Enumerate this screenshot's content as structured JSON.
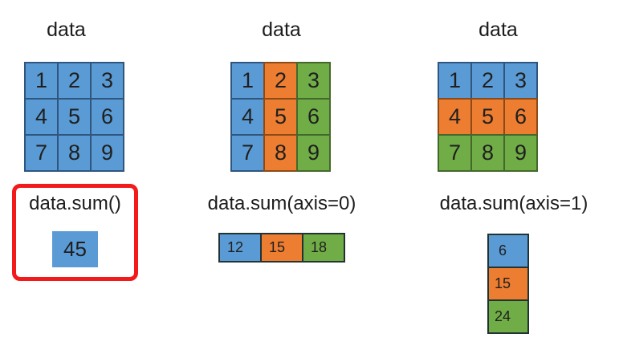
{
  "colors": {
    "blue": "#5b9bd5",
    "orange": "#ed7d31",
    "green": "#70ad47",
    "blue-border": "#2e567f",
    "orange-border": "#8c4a17",
    "green-border": "#44682b",
    "highlight-red": "#f21a1a",
    "text": "#1c1c1c"
  },
  "panels": [
    {
      "title": "data",
      "operation": "data.sum()",
      "grid": {
        "rows": [
          [
            "1",
            "2",
            "3"
          ],
          [
            "4",
            "5",
            "6"
          ],
          [
            "7",
            "8",
            "9"
          ]
        ],
        "coloring": "all-blue"
      },
      "result": {
        "shape": "scalar",
        "values": [
          "45"
        ],
        "colors": [
          "blue"
        ]
      },
      "highlighted": "red-box"
    },
    {
      "title": "data",
      "operation": "data.sum(axis=0)",
      "grid": {
        "rows": [
          [
            "1",
            "2",
            "3"
          ],
          [
            "4",
            "5",
            "6"
          ],
          [
            "7",
            "8",
            "9"
          ]
        ],
        "coloring": "by-column"
      },
      "result": {
        "shape": "row",
        "values": [
          "12",
          "15",
          "18"
        ],
        "colors": [
          "blue",
          "orange",
          "green"
        ]
      }
    },
    {
      "title": "data",
      "operation": "data.sum(axis=1)",
      "grid": {
        "rows": [
          [
            "1",
            "2",
            "3"
          ],
          [
            "4",
            "5",
            "6"
          ],
          [
            "7",
            "8",
            "9"
          ]
        ],
        "coloring": "by-row"
      },
      "result": {
        "shape": "column",
        "values": [
          "6",
          "15",
          "24"
        ],
        "colors": [
          "blue",
          "orange",
          "green"
        ]
      }
    }
  ]
}
